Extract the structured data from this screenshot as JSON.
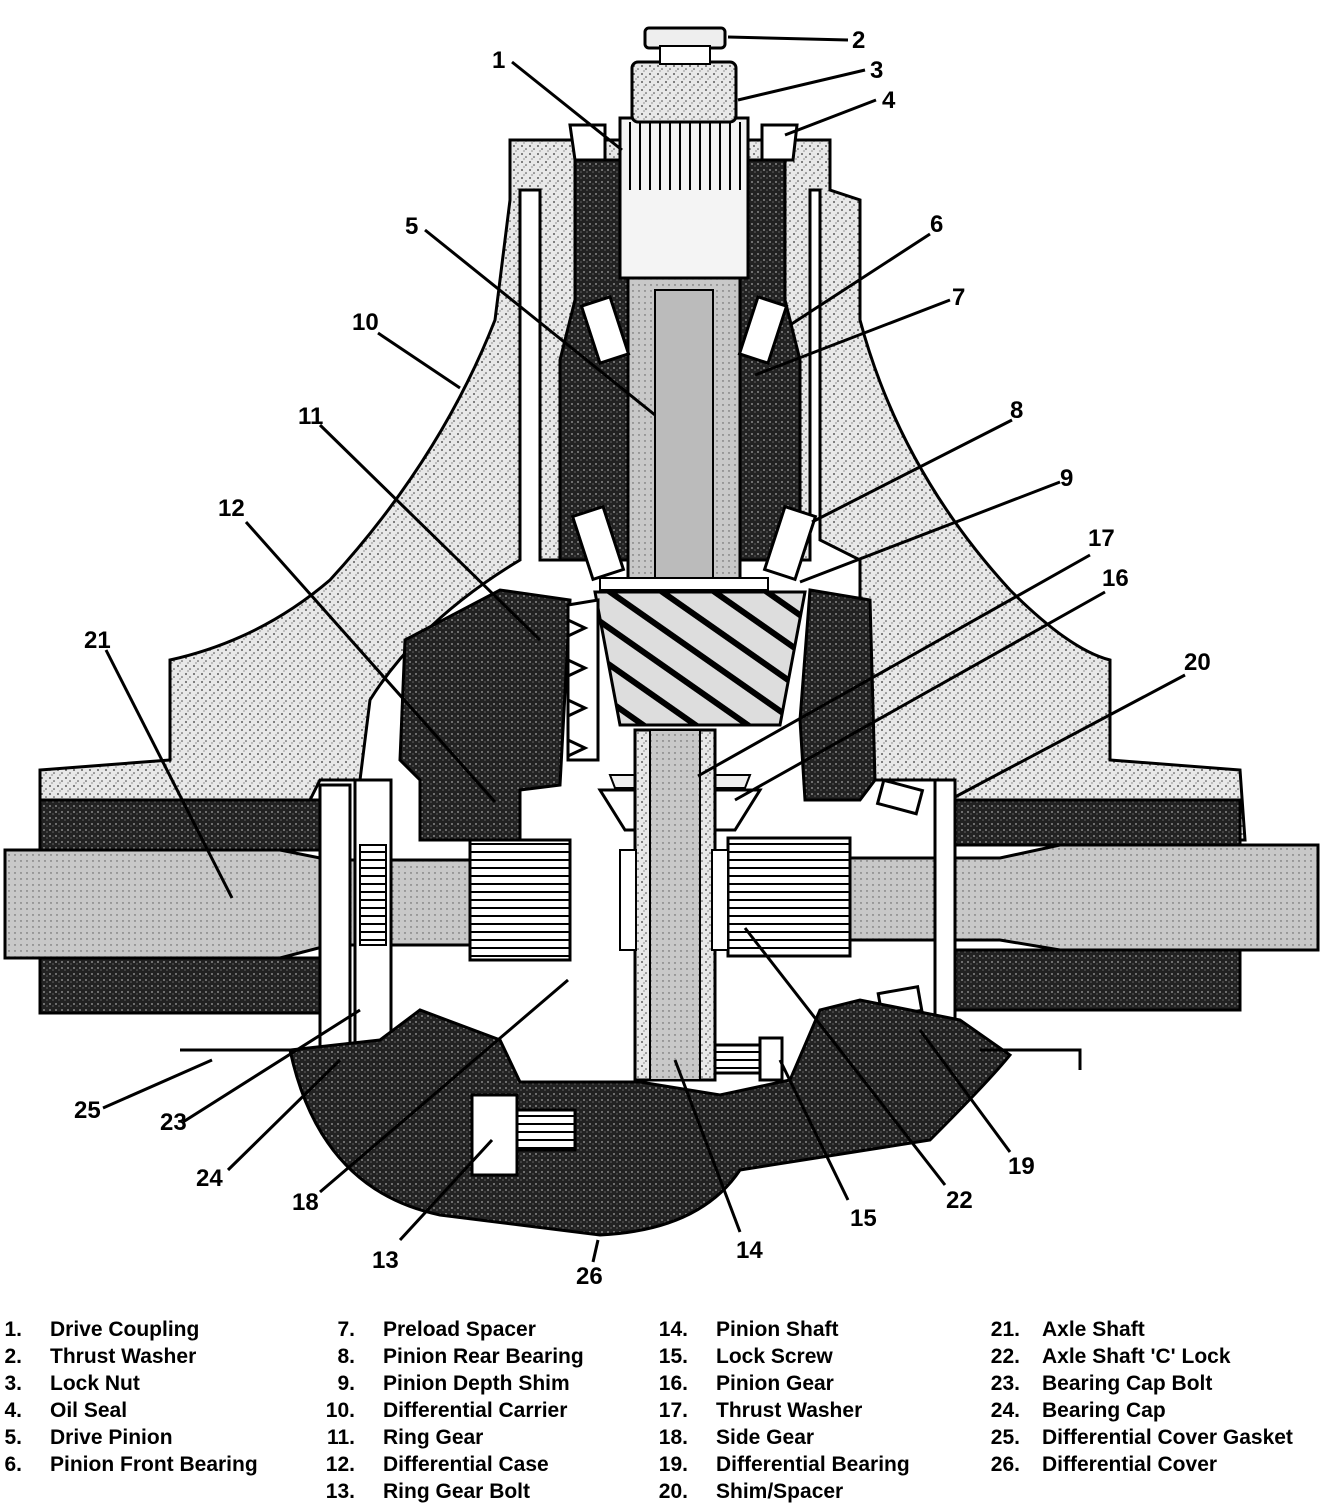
{
  "callouts": [
    {
      "id": "1",
      "label": "1"
    },
    {
      "id": "2",
      "label": "2"
    },
    {
      "id": "3",
      "label": "3"
    },
    {
      "id": "4",
      "label": "4"
    },
    {
      "id": "5",
      "label": "5"
    },
    {
      "id": "6",
      "label": "6"
    },
    {
      "id": "7",
      "label": "7"
    },
    {
      "id": "8",
      "label": "8"
    },
    {
      "id": "9",
      "label": "9"
    },
    {
      "id": "10",
      "label": "10"
    },
    {
      "id": "11",
      "label": "11"
    },
    {
      "id": "12",
      "label": "12"
    },
    {
      "id": "13",
      "label": "13"
    },
    {
      "id": "14",
      "label": "14"
    },
    {
      "id": "15",
      "label": "15"
    },
    {
      "id": "16",
      "label": "16"
    },
    {
      "id": "17",
      "label": "17"
    },
    {
      "id": "18",
      "label": "18"
    },
    {
      "id": "19",
      "label": "19"
    },
    {
      "id": "20",
      "label": "20"
    },
    {
      "id": "21",
      "label": "21"
    },
    {
      "id": "22",
      "label": "22"
    },
    {
      "id": "23",
      "label": "23"
    },
    {
      "id": "24",
      "label": "24"
    },
    {
      "id": "25",
      "label": "25"
    },
    {
      "id": "26",
      "label": "26"
    }
  ],
  "legend": [
    [
      {
        "num": "1.",
        "label": "Drive Coupling"
      },
      {
        "num": "2.",
        "label": "Thrust Washer"
      },
      {
        "num": "3.",
        "label": "Lock Nut"
      },
      {
        "num": "4.",
        "label": "Oil Seal"
      },
      {
        "num": "5.",
        "label": "Drive Pinion"
      },
      {
        "num": "6.",
        "label": "Pinion Front Bearing"
      }
    ],
    [
      {
        "num": "7.",
        "label": "Preload Spacer"
      },
      {
        "num": "8.",
        "label": "Pinion Rear Bearing"
      },
      {
        "num": "9.",
        "label": "Pinion Depth Shim"
      },
      {
        "num": "10.",
        "label": "Differential Carrier"
      },
      {
        "num": "11.",
        "label": "Ring Gear"
      },
      {
        "num": "12.",
        "label": "Differential Case"
      },
      {
        "num": "13.",
        "label": "Ring Gear Bolt"
      }
    ],
    [
      {
        "num": "14.",
        "label": "Pinion Shaft"
      },
      {
        "num": "15.",
        "label": "Lock Screw"
      },
      {
        "num": "16.",
        "label": "Pinion Gear"
      },
      {
        "num": "17.",
        "label": "Thrust Washer"
      },
      {
        "num": "18.",
        "label": "Side Gear"
      },
      {
        "num": "19.",
        "label": "Differential Bearing"
      },
      {
        "num": "20.",
        "label": "Shim/Spacer"
      }
    ],
    [
      {
        "num": "21.",
        "label": "Axle Shaft"
      },
      {
        "num": "22.",
        "label": "Axle Shaft 'C' Lock"
      },
      {
        "num": "23.",
        "label": "Bearing Cap Bolt"
      },
      {
        "num": "24.",
        "label": "Bearing Cap"
      },
      {
        "num": "25.",
        "label": "Differential Cover Gasket"
      },
      {
        "num": "26.",
        "label": "Differential Cover"
      }
    ]
  ]
}
